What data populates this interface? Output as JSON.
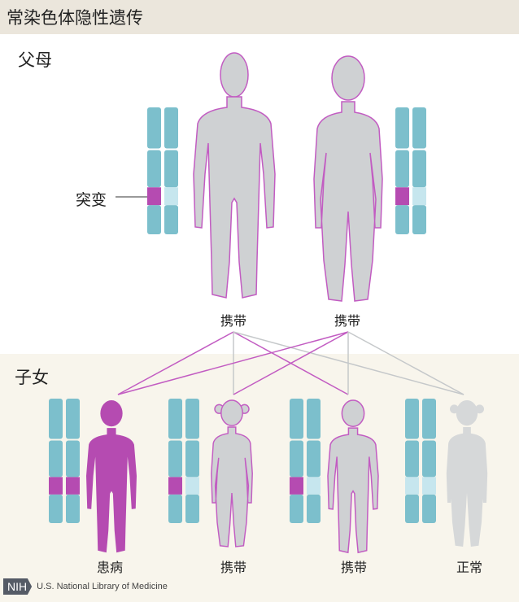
{
  "title": "常染色体隐性遗传",
  "sections": {
    "parents": "父母",
    "children": "子女"
  },
  "mutation_label": "突变",
  "parents": [
    {
      "status": "携带"
    },
    {
      "status": "携带"
    }
  ],
  "children": [
    {
      "status": "患病"
    },
    {
      "status": "携带"
    },
    {
      "status": "携带"
    },
    {
      "status": "正常"
    }
  ],
  "footer": {
    "logo": "NIH",
    "org": "U.S. National Library of Medicine"
  },
  "colors": {
    "chromosome": "#7cbfcc",
    "mutation": "#b54bb1",
    "normal_band": "#c6e6ee",
    "figure": "#cfd1d3",
    "outline": "#c25cc2"
  }
}
